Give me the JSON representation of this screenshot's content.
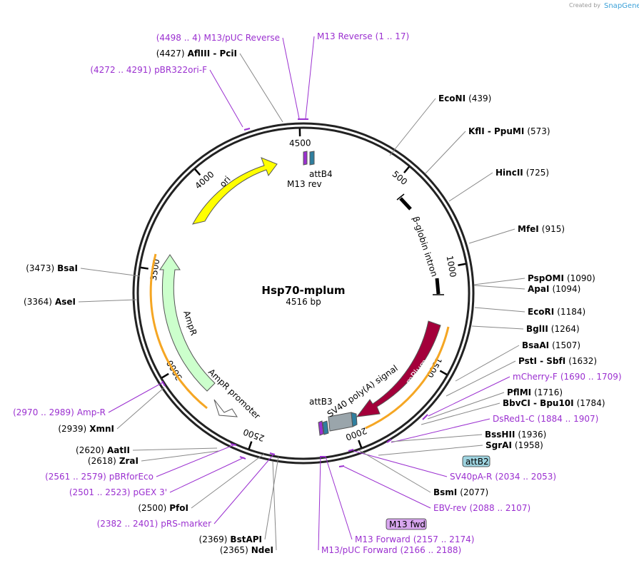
{
  "credit": {
    "created_by": "Created by",
    "brand": "SnapGene"
  },
  "plasmid": {
    "name": "Hsp70-mplum",
    "length": "4516 bp",
    "total_bp": 4516
  },
  "ticks": [
    "500",
    "1000",
    "1500",
    "2000",
    "2500",
    "3000",
    "3500",
    "4000",
    "4500"
  ],
  "features": {
    "ori": "ori",
    "ampr": "AmpR",
    "ampr_promoter": "AmpR promoter",
    "mplum": "mPlum",
    "sv40": "SV40 poly(A) signal",
    "beta_globin": "β-globin intron",
    "attb4": "attB4",
    "attb3": "attB3",
    "m13_rev": "M13 rev",
    "attb2": "attB2",
    "m13_fwd": "M13 fwd"
  },
  "labels_right": [
    {
      "name": "EcoNI",
      "pos": "(439)"
    },
    {
      "name": "KflI  -  PpuMI",
      "pos": "(573)"
    },
    {
      "name": "HincII",
      "pos": "(725)"
    },
    {
      "name": "MfeI",
      "pos": "(915)"
    },
    {
      "name": "PspOMI",
      "pos": "(1090)"
    },
    {
      "name": "ApaI",
      "pos": "(1094)"
    },
    {
      "name": "EcoRI",
      "pos": "(1184)"
    },
    {
      "name": "BglII",
      "pos": "(1264)"
    },
    {
      "name": "BsaAI",
      "pos": "(1507)"
    },
    {
      "name": "PstI  -  SbfI",
      "pos": "(1632)"
    },
    {
      "name": "mCherry-F",
      "pos": "(1690 .. 1709)",
      "primer": true
    },
    {
      "name": "PflMI",
      "pos": "(1716)"
    },
    {
      "name": "BbvCI  -  Bpu10I",
      "pos": "(1784)"
    },
    {
      "name": "DsRed1-C",
      "pos": "(1884 .. 1907)",
      "primer": true
    },
    {
      "name": "BssHII",
      "pos": "(1936)"
    },
    {
      "name": "SgrAI",
      "pos": "(1958)"
    },
    {
      "name": "SV40pA-R",
      "pos": "(2034 .. 2053)",
      "primer": true
    },
    {
      "name": "BsmI",
      "pos": "(2077)"
    },
    {
      "name": "EBV-rev",
      "pos": "(2088 .. 2107)",
      "primer": true
    },
    {
      "name": "M13 Forward",
      "pos": "(2157 .. 2174)",
      "primer": true
    },
    {
      "name": "M13/pUC Forward",
      "pos": "(2166 .. 2188)",
      "primer": true
    }
  ],
  "labels_left": [
    {
      "name": "NdeI",
      "pos": "(2365)"
    },
    {
      "name": "BstAPI",
      "pos": "(2369)"
    },
    {
      "name": "pRS-marker",
      "pos": "(2382 .. 2401)",
      "primer": true
    },
    {
      "name": "PfoI",
      "pos": "(2500)"
    },
    {
      "name": "pGEX 3'",
      "pos": "(2501 .. 2523)",
      "primer": true
    },
    {
      "name": "pBRforEco",
      "pos": "(2561 .. 2579)",
      "primer": true
    },
    {
      "name": "ZraI",
      "pos": "(2618)"
    },
    {
      "name": "AatII",
      "pos": "(2620)"
    },
    {
      "name": "XmnI",
      "pos": "(2939)"
    },
    {
      "name": "Amp-R",
      "pos": "(2970 .. 2989)",
      "primer": true
    },
    {
      "name": "AseI",
      "pos": "(3364)"
    },
    {
      "name": "BsaI",
      "pos": "(3473)"
    }
  ],
  "labels_top": [
    {
      "name": "pBR322ori-F",
      "pos": "(4272 .. 4291)",
      "primer": true
    },
    {
      "name": "AflIII  -  PciI",
      "pos": "(4427)"
    },
    {
      "name": "M13/pUC Reverse",
      "pos": "(4498 .. 4)",
      "primer": true
    },
    {
      "name": "M13 Reverse",
      "pos": "(1 .. 17)",
      "primer": true
    }
  ],
  "colors": {
    "ori": "#ffff00",
    "ampr": "#ccffcc",
    "mplum": "#a3003a",
    "primer": "#9b30d0",
    "attb": "#2f7f9f",
    "tag_fill": "#d9a7f0",
    "attb2_fill": "#9ed3df",
    "orange": "#f5a623"
  }
}
